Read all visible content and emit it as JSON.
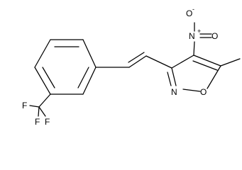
{
  "molecule": {
    "atoms": {
      "nitro_n": "N",
      "nitro_n_charge": "+",
      "nitro_o_top": "O",
      "nitro_o_top_charge": "-",
      "nitro_o_right": "O",
      "ring_n": "N",
      "ring_o": "O",
      "fluorine_1": "F",
      "fluorine_2": "F",
      "fluorine_3": "F"
    }
  }
}
